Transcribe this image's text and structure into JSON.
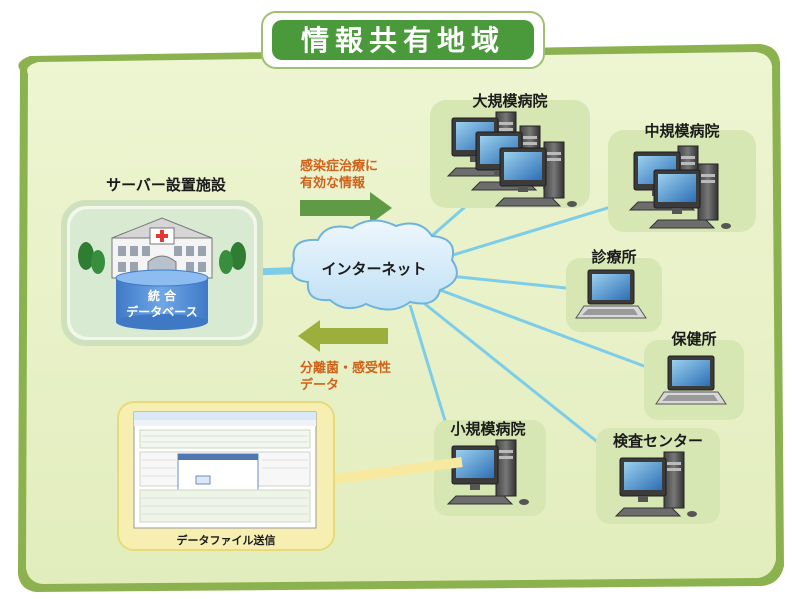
{
  "title": "情報共有地域",
  "server_facility": {
    "label": "サーバー設置施設",
    "database_line1": "統 合",
    "database_line2": "データベース"
  },
  "internet_label": "インターネット",
  "arrow_to_hospitals": {
    "line1": "感染症治療に",
    "line2": "有効な情報"
  },
  "arrow_to_server": {
    "line1": "分離菌・感受性",
    "line2": "データ"
  },
  "nodes": {
    "large_hospital": "大規模病院",
    "medium_hospital": "中規模病院",
    "clinic": "診療所",
    "health_center": "保健所",
    "small_hospital": "小規模病院",
    "lab_center": "検査センター"
  },
  "data_file_send": "データファイル送信",
  "colors": {
    "title_green": "#4a9a3c",
    "panel_green": "#e6f0c4",
    "arrow_green": "#5f9b45",
    "arrow_olive": "#9cae3b",
    "label_orange": "#d0621a",
    "line_blue": "#7ecde8",
    "file_panel_yellow": "#f6efb1"
  }
}
